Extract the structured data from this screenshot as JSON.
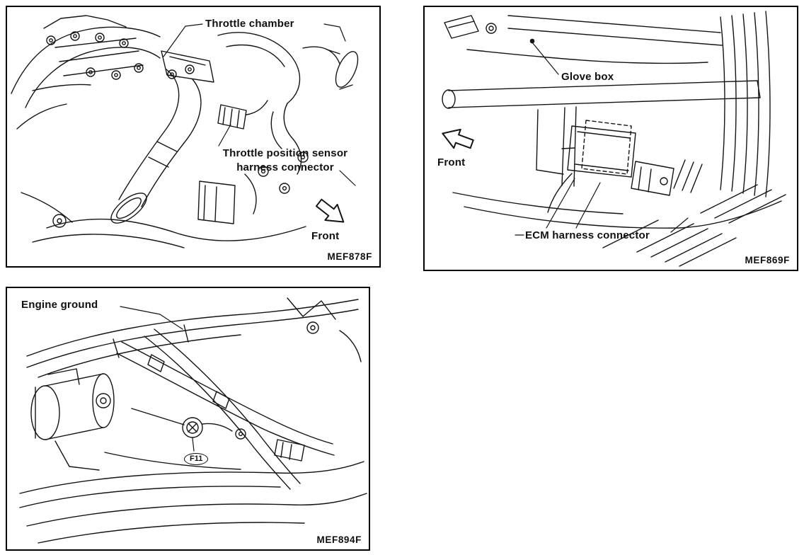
{
  "page": {
    "background_color": "#ffffff",
    "line_color": "#141414"
  },
  "icons": {
    "front_arrow": "outline-block-arrow",
    "ground_bolt": "circle-x-bolt",
    "glove_box_pointer": "dot-leader"
  },
  "figures": {
    "throttle": {
      "labels": {
        "throttle_chamber": "Throttle chamber",
        "tps_line1": "Throttle position sensor",
        "tps_line2": "harness connector",
        "front": "Front",
        "code": "MEF878F"
      }
    },
    "ecm": {
      "labels": {
        "glove_box": "Glove box",
        "front": "Front",
        "ecm_connector": "ECM harness connector",
        "code": "MEF869F"
      }
    },
    "ground": {
      "labels": {
        "engine_ground": "Engine ground",
        "connector_ref": "F11",
        "code": "MEF894F"
      }
    }
  }
}
